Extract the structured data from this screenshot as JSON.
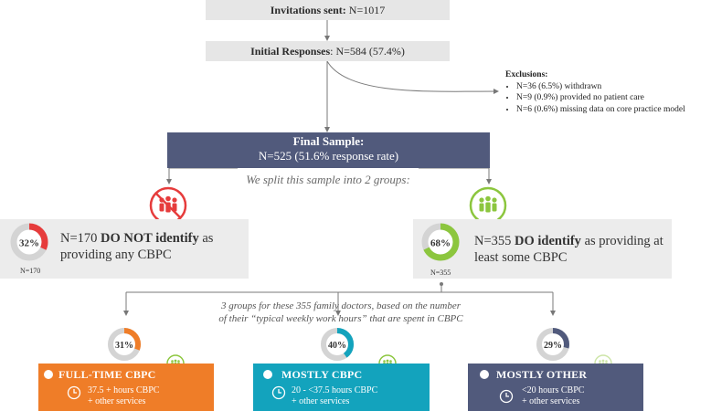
{
  "invitations": {
    "label": "Invitations sent:",
    "value": " N=1017"
  },
  "initial": {
    "label": "Initial Responses",
    "value": ": N=584 (57.4%)"
  },
  "exclusions": {
    "title": "Exclusions:",
    "items": [
      "N=36 (6.5%) withdrawn",
      "N=9 (0.9%) provided no patient care",
      "N=6 (0.6%) missing data on core practice model"
    ]
  },
  "final_sample": {
    "title": "Final Sample:",
    "subtitle": "N=525 (51.6% response rate)"
  },
  "split_text": "We split this sample into 2 groups:",
  "group_not": {
    "percent": "32%",
    "fraction": 0.32,
    "n_label": "N=170",
    "pre": "N=170 ",
    "bold": "DO NOT identify",
    "post": " as",
    "line2": "providing any CBPC"
  },
  "group_do": {
    "percent": "68%",
    "fraction": 0.68,
    "n_label": "N=355",
    "pre": "N=355 ",
    "bold": "DO identify",
    "post": " as providing at",
    "line2": "least some CBPC"
  },
  "three_groups_text": {
    "line1": "3 groups for these 355 family doctors, based on the number",
    "line2": "of their “typical weekly work hours” that are spent in CBPC"
  },
  "categories": [
    {
      "percent": "31%",
      "fraction": 0.31,
      "title": "FULL-TIME CBPC",
      "line1": "37.5 + hours CBPC",
      "line2": "+ other services",
      "color": "#ef7d28"
    },
    {
      "percent": "40%",
      "fraction": 0.4,
      "title": "MOSTLY CBPC",
      "line1": "20 - <37.5 hours CBPC",
      "line2": "+ other services",
      "color": "#13a3bd"
    },
    {
      "percent": "29%",
      "fraction": 0.29,
      "title": "MOSTLY OTHER",
      "line1": "<20 hours CBPC",
      "line2": "+ other services",
      "color": "#515a7c"
    }
  ],
  "colors": {
    "red": "#e63c3c",
    "green": "#8cc63e",
    "navy": "#515a7c",
    "gray_box": "#e6e6e6"
  },
  "icons": [
    "people-crossed-icon",
    "people-icon",
    "clock-icon"
  ]
}
